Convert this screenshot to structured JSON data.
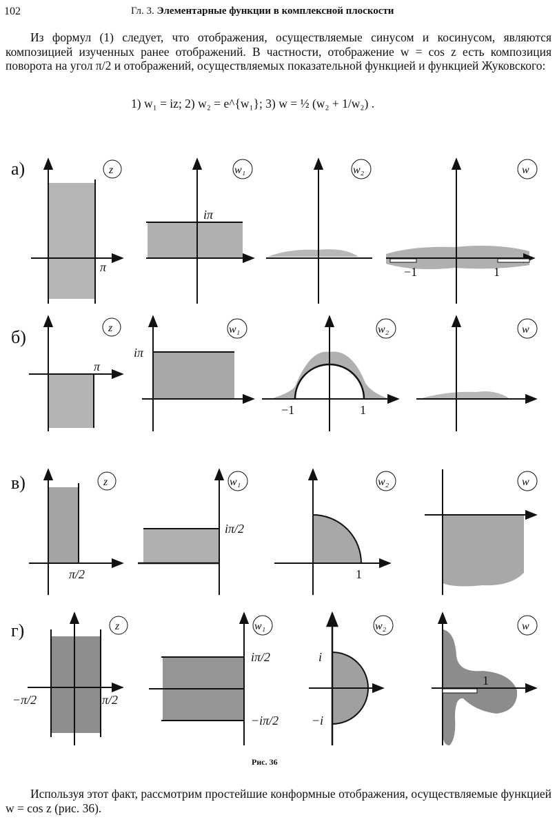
{
  "header": {
    "page_number": "102",
    "running_title_prefix": "Гл. 3.",
    "running_title": "Элементарные функции в комплексной плоскости"
  },
  "paragraph_1": "Из формул (1) следует, что отображения, осуществляемые синусом и косинусом, являются композицией изученных ранее отображений. В частности, отображение w = cos z есть композиция поворота на угол π/2 и отображений, осуществляемых показательной функцией и функцией Жуковского:",
  "formula": "1) w₁ = iz;   2) w₂ = e^{w₁};   3) w = ½ (w₂ + 1/w₂) .",
  "figure": {
    "caption": "Рис. 36",
    "rows": [
      {
        "label": "а)",
        "planes": [
          "z",
          "w₁",
          "w₂",
          "w"
        ],
        "ticks": {
          "z_pi": "π",
          "w1_ipi": "iπ",
          "w_minus1": "−1",
          "w_1": "1"
        }
      },
      {
        "label": "б)",
        "planes": [
          "z",
          "w₁",
          "w₂",
          "w"
        ],
        "ticks": {
          "z_pi": "π",
          "w1_ipi": "iπ",
          "w2_minus1": "−1",
          "w2_1": "1"
        }
      },
      {
        "label": "в)",
        "planes": [
          "z",
          "w₁",
          "w₂",
          "w"
        ],
        "ticks": {
          "z_pi2": "π/2",
          "w1_ipi2": "iπ/2",
          "w2_1": "1"
        }
      },
      {
        "label": "г)",
        "planes": [
          "z",
          "w₁",
          "w₂",
          "w"
        ],
        "ticks": {
          "z_mpi2": "−π/2",
          "z_pi2": "π/2",
          "w1_ipi2": "iπ/2",
          "w1_mipi2": "−iπ/2",
          "w2_i": "i",
          "w2_mi": "−i",
          "w_1": "1"
        }
      }
    ]
  },
  "paragraph_2": "Используя этот факт, рассмотрим простейшие конформные отображения, осуществляемые функцией w = cos z (рис. 36)."
}
